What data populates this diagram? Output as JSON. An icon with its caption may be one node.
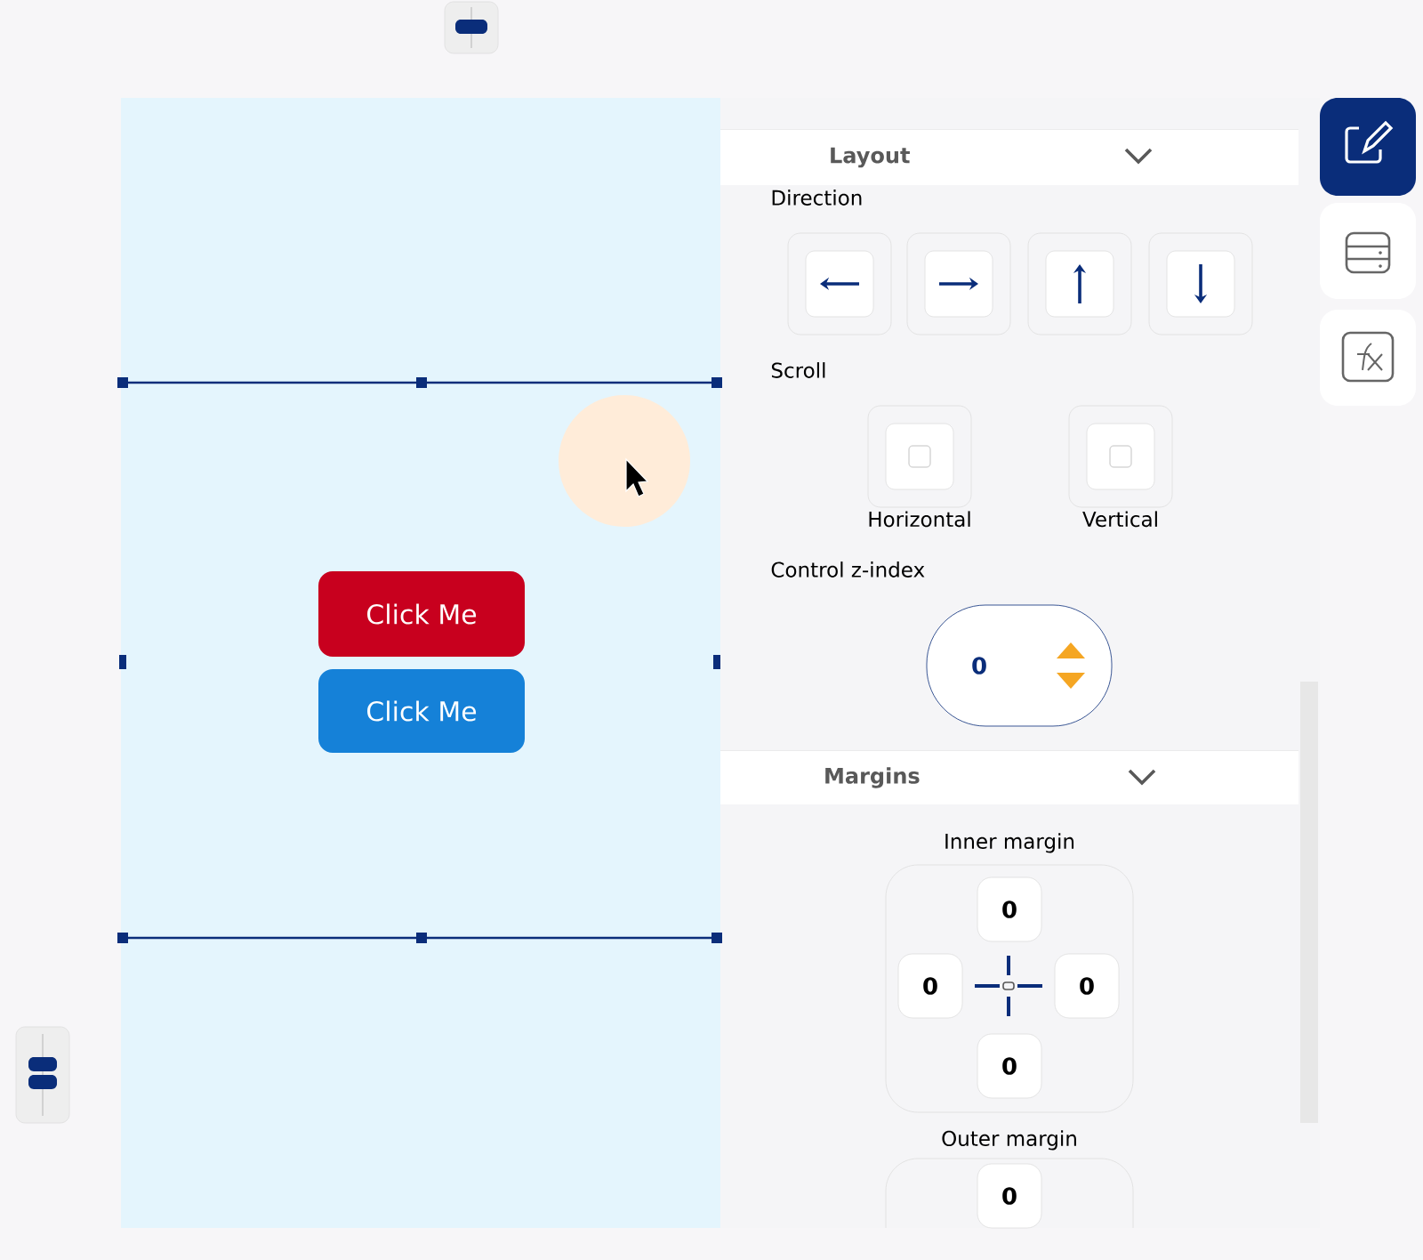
{
  "diagram": {
    "nodes": [
      {
        "text": [
          "Click Me"
        ]
      },
      {
        "text": [
          "Click Me"
        ]
      },
      {
        "text": [
          "Layout"
        ]
      },
      {
        "text": [],
        "shape": "box"
      },
      {
        "text": [],
        "shape": "box"
      },
      {
        "text": [],
        "shape": "box"
      },
      {
        "text": [],
        "shape": "box"
      },
      {
        "text": [],
        "shape": "box",
        "beside": [
          "Horizontal"
        ]
      },
      {
        "text": [],
        "shape": "box",
        "beside": [
          "Vertical"
        ]
      },
      {
        "text": [
          "0"
        ]
      },
      {
        "text": [
          "Margins"
        ]
      },
      {
        "text": [
          "Inner margin"
        ]
      },
      {
        "text": [
          "0"
        ],
        "in": 11
      },
      {
        "text": [
          "0"
        ],
        "in": 11
      },
      {
        "text": [
          "0"
        ],
        "in": 11
      },
      {
        "text": [
          "0"
        ],
        "in": 11
      },
      {
        "text": [
          "Outer margin"
        ]
      },
      {
        "text": [
          "0"
        ],
        "in": 16
      }
    ],
    "labels": [
      "Direction",
      "Scroll",
      "Control z-index"
    ]
  }
}
